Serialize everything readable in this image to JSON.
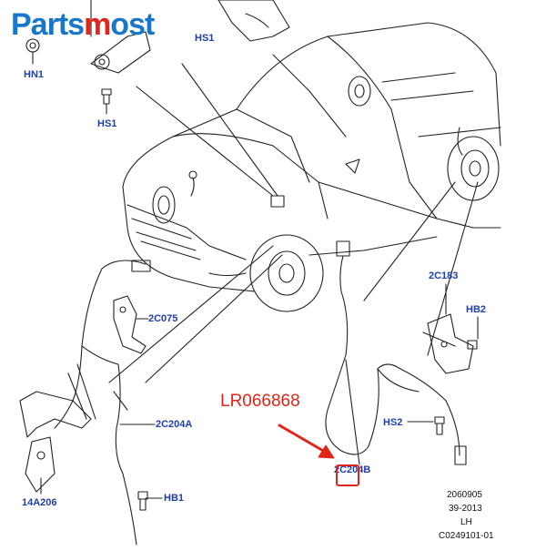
{
  "brand": {
    "part1": "Parts",
    "part2": "m",
    "part3": "ost"
  },
  "part_number": "LR066868",
  "callouts": {
    "hn1": "HN1",
    "hs1_top": "HS1",
    "hs1": "HS1",
    "c075": "2C075",
    "c204a": "2C204A",
    "a206": "14A206",
    "hb1": "HB1",
    "c183": "2C183",
    "hb2": "HB2",
    "hs2": "HS2",
    "c204b": "2C204B"
  },
  "footer": {
    "line1": "2060905",
    "line2": "39-2013",
    "line3": "LH",
    "line4": "C0249101-01"
  },
  "colors": {
    "callout": "#1f3fa8",
    "brand_blue": "#1877c9",
    "brand_red": "#e0251b",
    "line": "#222222"
  }
}
